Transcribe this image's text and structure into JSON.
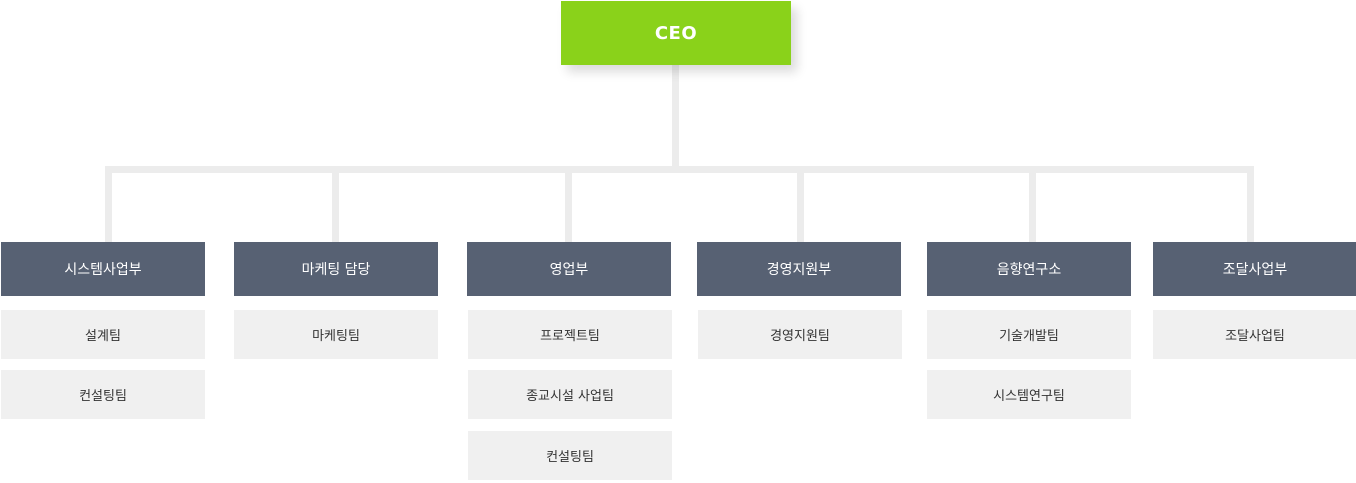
{
  "ceo": {
    "label": "CEO"
  },
  "departments": [
    {
      "name": "시스템사업부",
      "teams": [
        "설계팀",
        "컨설팅팀"
      ]
    },
    {
      "name": "마케팅 담당",
      "teams": [
        "마케팅팀"
      ]
    },
    {
      "name": "영업부",
      "teams": [
        "프로젝트팀",
        "종교시설 사업팀",
        "컨설팅팀"
      ]
    },
    {
      "name": "경영지원부",
      "teams": [
        "경영지원팀"
      ]
    },
    {
      "name": "음향연구소",
      "teams": [
        "기술개발팀",
        "시스템연구팀"
      ]
    },
    {
      "name": "조달사업부",
      "teams": [
        "조달사업팀"
      ]
    }
  ],
  "colors": {
    "ceo_box": "#8ad21a",
    "department_box": "#576173",
    "team_box": "#f0f0f0",
    "connector": "#ececec"
  }
}
